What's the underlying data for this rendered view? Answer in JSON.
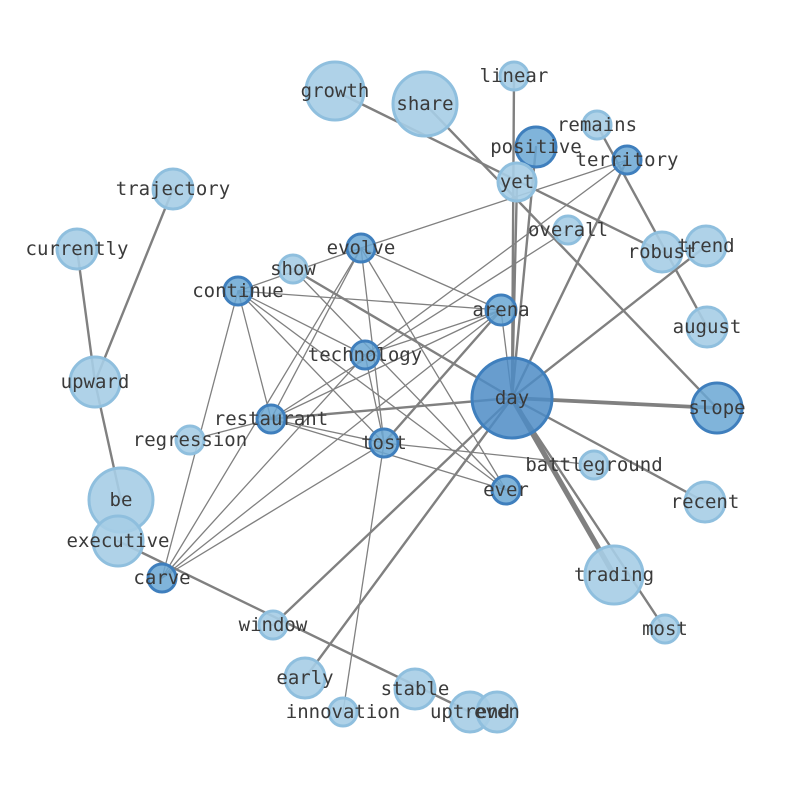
{
  "colors": {
    "light": "#a6cde6",
    "medium": "#6aa7d4",
    "dark": "#4d8cc6",
    "edge": "#808080",
    "label": "#3a3a3a"
  },
  "nodes": [
    {
      "id": "day",
      "label": "day",
      "tone": "dark"
    },
    {
      "id": "linear",
      "label": "linear",
      "tone": "light"
    },
    {
      "id": "growth",
      "label": "growth",
      "tone": "light"
    },
    {
      "id": "share",
      "label": "share",
      "tone": "light"
    },
    {
      "id": "remains",
      "label": "remains",
      "tone": "light"
    },
    {
      "id": "positive",
      "label": "positive",
      "tone": "medium"
    },
    {
      "id": "territory",
      "label": "territory",
      "tone": "medium"
    },
    {
      "id": "yet",
      "label": "yet",
      "tone": "light"
    },
    {
      "id": "trajectory",
      "label": "trajectory",
      "tone": "light"
    },
    {
      "id": "overall",
      "label": "overall",
      "tone": "light"
    },
    {
      "id": "currently",
      "label": "currently",
      "tone": "light"
    },
    {
      "id": "evolve",
      "label": "evolve",
      "tone": "medium"
    },
    {
      "id": "robust",
      "label": "robust",
      "tone": "light"
    },
    {
      "id": "trend",
      "label": "trend",
      "tone": "light"
    },
    {
      "id": "show",
      "label": "show",
      "tone": "light"
    },
    {
      "id": "continue",
      "label": "continue",
      "tone": "medium"
    },
    {
      "id": "arena",
      "label": "arena",
      "tone": "medium"
    },
    {
      "id": "august",
      "label": "august",
      "tone": "light"
    },
    {
      "id": "technology",
      "label": "technology",
      "tone": "medium"
    },
    {
      "id": "upward",
      "label": "upward",
      "tone": "light"
    },
    {
      "id": "slope",
      "label": "slope",
      "tone": "medium"
    },
    {
      "id": "restaurant",
      "label": "restaurant",
      "tone": "medium"
    },
    {
      "id": "regression",
      "label": "regression",
      "tone": "light"
    },
    {
      "id": "tost",
      "label": "tost",
      "tone": "medium"
    },
    {
      "id": "battleground",
      "label": "battleground",
      "tone": "light"
    },
    {
      "id": "ever",
      "label": "ever",
      "tone": "medium"
    },
    {
      "id": "be",
      "label": "be",
      "tone": "light"
    },
    {
      "id": "recent",
      "label": "recent",
      "tone": "light"
    },
    {
      "id": "executive",
      "label": "executive",
      "tone": "light"
    },
    {
      "id": "carve",
      "label": "carve",
      "tone": "medium"
    },
    {
      "id": "trading",
      "label": "trading",
      "tone": "light"
    },
    {
      "id": "most",
      "label": "most",
      "tone": "light"
    },
    {
      "id": "window",
      "label": "window",
      "tone": "light"
    },
    {
      "id": "early",
      "label": "early",
      "tone": "light"
    },
    {
      "id": "stable",
      "label": "stable",
      "tone": "light"
    },
    {
      "id": "innovation",
      "label": "innovation",
      "tone": "light"
    },
    {
      "id": "uptrend",
      "label": "uptrend",
      "tone": "light"
    },
    {
      "id": "even",
      "label": "even",
      "tone": "light"
    }
  ],
  "edges": [
    {
      "source": "day",
      "target": "linear",
      "weight": 2
    },
    {
      "source": "day",
      "target": "positive",
      "weight": 2
    },
    {
      "source": "day",
      "target": "territory",
      "weight": 2
    },
    {
      "source": "day",
      "target": "yet",
      "weight": 2
    },
    {
      "source": "day",
      "target": "trend",
      "weight": 2
    },
    {
      "source": "day",
      "target": "show",
      "weight": 2
    },
    {
      "source": "day",
      "target": "restaurant",
      "weight": 2
    },
    {
      "source": "day",
      "target": "slope",
      "weight": 4
    },
    {
      "source": "day",
      "target": "recent",
      "weight": 2
    },
    {
      "source": "day",
      "target": "trading",
      "weight": 5
    },
    {
      "source": "day",
      "target": "most",
      "weight": 2
    },
    {
      "source": "day",
      "target": "window",
      "weight": 2
    },
    {
      "source": "day",
      "target": "early",
      "weight": 2
    },
    {
      "source": "day",
      "target": "arena",
      "weight": 1
    },
    {
      "source": "share",
      "target": "slope",
      "weight": 2
    },
    {
      "source": "growth",
      "target": "robust",
      "weight": 2
    },
    {
      "source": "remains",
      "target": "august",
      "weight": 2
    },
    {
      "source": "trajectory",
      "target": "upward",
      "weight": 2
    },
    {
      "source": "currently",
      "target": "upward",
      "weight": 2
    },
    {
      "source": "upward",
      "target": "be",
      "weight": 2
    },
    {
      "source": "executive",
      "target": "uptrend",
      "weight": 2
    },
    {
      "source": "arena",
      "target": "tost",
      "weight": 2
    },
    {
      "source": "arena",
      "target": "continue",
      "weight": 1
    },
    {
      "source": "arena",
      "target": "restaurant",
      "weight": 1
    },
    {
      "source": "arena",
      "target": "technology",
      "weight": 1
    },
    {
      "source": "arena",
      "target": "evolve",
      "weight": 1
    },
    {
      "source": "arena",
      "target": "carve",
      "weight": 1
    },
    {
      "source": "territory",
      "target": "evolve",
      "weight": 1
    },
    {
      "source": "territory",
      "target": "technology",
      "weight": 1
    },
    {
      "source": "overall",
      "target": "restaurant",
      "weight": 1
    },
    {
      "source": "evolve",
      "target": "continue",
      "weight": 1
    },
    {
      "source": "evolve",
      "target": "tost",
      "weight": 1
    },
    {
      "source": "evolve",
      "target": "ever",
      "weight": 1
    },
    {
      "source": "evolve",
      "target": "restaurant",
      "weight": 1
    },
    {
      "source": "evolve",
      "target": "carve",
      "weight": 1
    },
    {
      "source": "continue",
      "target": "restaurant",
      "weight": 1
    },
    {
      "source": "continue",
      "target": "technology",
      "weight": 1
    },
    {
      "source": "continue",
      "target": "tost",
      "weight": 1
    },
    {
      "source": "continue",
      "target": "ever",
      "weight": 1
    },
    {
      "source": "continue",
      "target": "carve",
      "weight": 1
    },
    {
      "source": "technology",
      "target": "tost",
      "weight": 1
    },
    {
      "source": "technology",
      "target": "carve",
      "weight": 1
    },
    {
      "source": "restaurant",
      "target": "tost",
      "weight": 1
    },
    {
      "source": "restaurant",
      "target": "ever",
      "weight": 1
    },
    {
      "source": "restaurant",
      "target": "regression",
      "weight": 1
    },
    {
      "source": "tost",
      "target": "battleground",
      "weight": 1
    },
    {
      "source": "tost",
      "target": "innovation",
      "weight": 1
    },
    {
      "source": "tost",
      "target": "carve",
      "weight": 1
    },
    {
      "source": "show",
      "target": "ever",
      "weight": 1
    }
  ]
}
